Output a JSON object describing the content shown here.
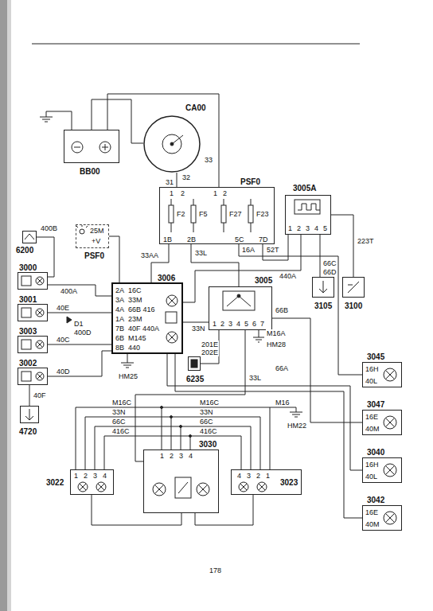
{
  "diagram": {
    "nodes": [
      {
        "text": [
          "BB00"
        ]
      },
      {
        "text": [
          "CA00"
        ]
      },
      {
        "text": [
          "PSF0"
        ]
      },
      {
        "text": [
          "3005A"
        ]
      },
      {
        "text": [
          "6200"
        ]
      },
      {
        "text": [
          "PSF0"
        ]
      },
      {
        "text": [
          "3000"
        ]
      },
      {
        "text": [
          "3001"
        ]
      },
      {
        "text": [
          "3003"
        ]
      },
      {
        "text": [
          "3002"
        ]
      },
      {
        "text": [
          "3006"
        ]
      },
      {
        "text": [
          "3005"
        ]
      },
      {
        "text": [
          "3105"
        ]
      },
      {
        "text": [
          "3100"
        ]
      },
      {
        "text": [
          "6235"
        ]
      },
      {
        "text": [
          "4720"
        ]
      },
      {
        "text": [
          "3045"
        ]
      },
      {
        "text": [
          "3047"
        ]
      },
      {
        "text": [
          "3040"
        ]
      },
      {
        "text": [
          "3042"
        ]
      },
      {
        "text": [
          "3030"
        ]
      },
      {
        "text": [
          "3022"
        ]
      },
      {
        "text": [
          "3023"
        ]
      }
    ],
    "edges": [
      {
        "from": 0,
        "to": 1,
        "arrow": "none"
      },
      {
        "from": 0,
        "to": 2,
        "arrow": "none"
      },
      {
        "from": 1,
        "to": 2,
        "arrow": "none"
      },
      {
        "from": 2,
        "to": 10,
        "arrow": "none"
      },
      {
        "from": 2,
        "to": 11,
        "arrow": "none"
      },
      {
        "from": 2,
        "to": 3,
        "arrow": "none"
      },
      {
        "from": 2,
        "to": 16,
        "arrow": "none"
      },
      {
        "from": 3,
        "to": 13,
        "arrow": "none"
      },
      {
        "from": 3,
        "to": 12,
        "arrow": "none"
      },
      {
        "from": 3,
        "to": 10,
        "arrow": "none"
      },
      {
        "from": 4,
        "to": 6,
        "arrow": "none"
      },
      {
        "from": 6,
        "to": 10,
        "arrow": "none"
      },
      {
        "from": 7,
        "to": 10,
        "arrow": "none"
      },
      {
        "from": 8,
        "to": 10,
        "arrow": "none"
      },
      {
        "from": 9,
        "to": 10,
        "arrow": "none"
      },
      {
        "from": 5,
        "to": 10,
        "arrow": "none"
      },
      {
        "from": 10,
        "to": 11,
        "arrow": "none"
      },
      {
        "from": 11,
        "to": 14,
        "arrow": "none"
      },
      {
        "from": 11,
        "to": 20,
        "arrow": "none"
      },
      {
        "from": 20,
        "to": 21,
        "arrow": "none"
      },
      {
        "from": 20,
        "to": 22,
        "arrow": "none"
      },
      {
        "from": 11,
        "to": 17,
        "arrow": "none"
      },
      {
        "from": 10,
        "to": 18,
        "arrow": "none"
      },
      {
        "from": 10,
        "to": 19,
        "arrow": "none"
      },
      {
        "from": 15,
        "to": 9,
        "arrow": "none"
      }
    ],
    "labels": [
      "33",
      "31",
      "32",
      "1",
      "2",
      "1",
      "2",
      "F2",
      "F5",
      "F27",
      "F23",
      "1B",
      "2B",
      "5C",
      "7D",
      "1",
      "2",
      "3",
      "4",
      "5",
      "400B",
      "25M",
      "+V",
      "33AA",
      "33L",
      "16A",
      "52T",
      "66C",
      "66D",
      "440A",
      "223T",
      "400A",
      "40E",
      "40C",
      "40D",
      "D1",
      "400D",
      "2A",
      "3A",
      "4A",
      "1A",
      "7B",
      "6B",
      "8B",
      "16C",
      "33M",
      "66B 416",
      "23M",
      "40F 440A",
      "M145",
      "440",
      "HM25",
      "33N",
      "1",
      "2",
      "3",
      "4",
      "5",
      "6",
      "7",
      "66B",
      "M16A",
      "HM28",
      "201E",
      "202E",
      "33L",
      "66A",
      "40F",
      "M16C",
      "33N",
      "66C",
      "416C",
      "M16C",
      "33N",
      "66C",
      "416C",
      "M16",
      "HM22",
      "1",
      "2",
      "3",
      "4",
      "1",
      "2",
      "3",
      "4",
      "4",
      "3",
      "2",
      "1",
      "16H",
      "40L",
      "16E",
      "40M",
      "16H",
      "40L",
      "16E",
      "40M",
      "178"
    ]
  }
}
